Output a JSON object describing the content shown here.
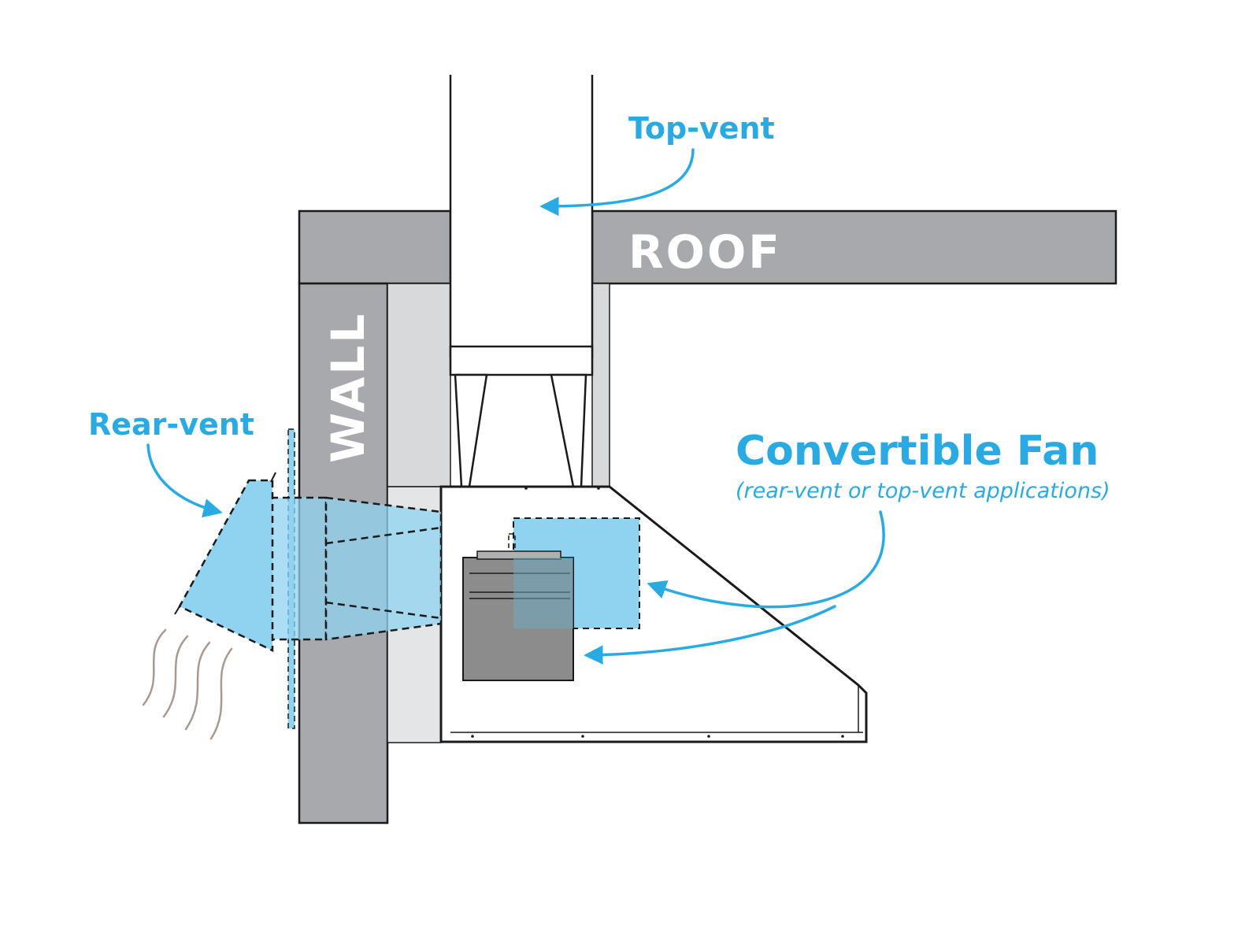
{
  "labels": {
    "top_vent": "Top-vent",
    "roof": "ROOF",
    "wall": "WALL",
    "rear_vent": "Rear-vent",
    "convertible_fan": "Convertible Fan",
    "convertible_fan_note": "(rear-vent or top-vent applications)"
  },
  "colors": {
    "accent_blue": "#2aaae2",
    "duct_blue": "#8fd3f0",
    "structure_gray": "#a7a9ac",
    "light_gray": "#d8d9db",
    "outline": "#1a1a1a",
    "fan_gray": "#8c8c8c",
    "heat_waves": "#a89a8e"
  }
}
